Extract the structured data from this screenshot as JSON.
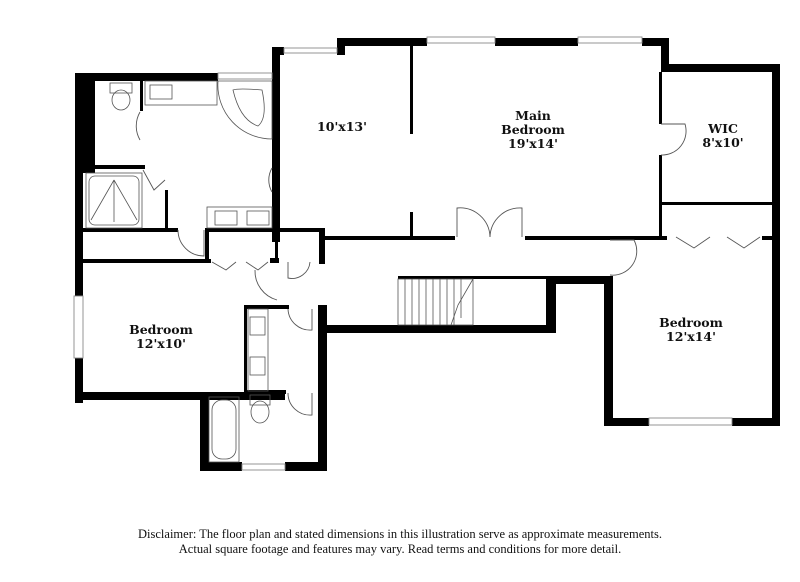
{
  "floorplan": {
    "rooms": [
      {
        "id": "room-10x13",
        "name": "",
        "dims": "10'x13'"
      },
      {
        "id": "main-bedroom",
        "name": "Main\nBedroom",
        "name_line1": "Main",
        "name_line2": "Bedroom",
        "dims": "19'x14'"
      },
      {
        "id": "wic",
        "name": "WIC",
        "dims": "8'x10'"
      },
      {
        "id": "bedroom-left",
        "name": "Bedroom",
        "dims": "12'x10'"
      },
      {
        "id": "bedroom-right",
        "name": "Bedroom",
        "dims": "12'x14'"
      }
    ],
    "wall_color": "#000000",
    "background_color": "#ffffff"
  },
  "disclaimer": {
    "line1": "Disclaimer: The floor plan and stated dimensions in this illustration serve as approximate measurements.",
    "line2": "Actual square footage and features may vary. Read terms and conditions for more detail."
  }
}
